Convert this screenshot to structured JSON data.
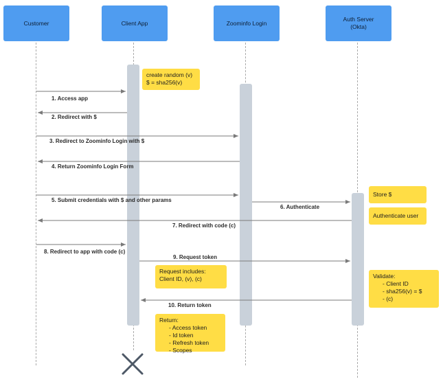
{
  "participants": [
    {
      "name": "Customer"
    },
    {
      "name": "Client App"
    },
    {
      "name": "Zoominfo Login"
    },
    {
      "name": "Auth Server",
      "sub": "(Okta)"
    }
  ],
  "messages": [
    {
      "label": "1. Access app"
    },
    {
      "label": "2. Redirect with $"
    },
    {
      "label": "3. Redirect to Zoominfo Login with $"
    },
    {
      "label": "4. Return Zoominfo Login Form"
    },
    {
      "label": "5. Submit credentials with $ and other params"
    },
    {
      "label": "6. Authenticate"
    },
    {
      "label": "7. Redirect with code (c)"
    },
    {
      "label": "8. Redirect to app with code (c)"
    },
    {
      "label": "9. Request token"
    },
    {
      "label": "10. Return token"
    }
  ],
  "notes": {
    "create_random": {
      "line1": "create random (v)",
      "line2": "$ = sha256(v)"
    },
    "store": "Store $",
    "authenticate_user": "Authenticate user",
    "request_includes": {
      "line1": "Request includes:",
      "line2": "Client ID, (v), (c)"
    },
    "validate": {
      "title": "Validate:",
      "items": [
        "Client ID",
        "sha256(v) = $",
        "(c)"
      ]
    },
    "return": {
      "title": "Return:",
      "items": [
        "Access token",
        "Id token",
        "Refresh token",
        "Scopes"
      ]
    }
  },
  "colors": {
    "participant": "#4f9cf0",
    "note": "#ffdd45",
    "activation": "#c9d1da",
    "arrow": "#7a7a7a",
    "terminate": "#4d5866"
  }
}
